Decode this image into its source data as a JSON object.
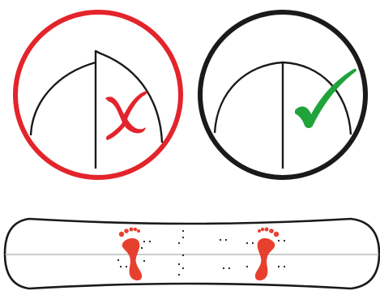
{
  "colors": {
    "wrong": "#e3242b",
    "right": "#1a1a1a",
    "check": "#1fa33a",
    "stroke": "#1a1a1a",
    "foot": "#e8402f",
    "board_fill": "#ffffff"
  },
  "panels": [
    {
      "verdict": "incorrect",
      "ring_color": "wrong",
      "mark_icon": "x-mark-icon"
    },
    {
      "verdict": "correct",
      "ring_color": "right",
      "mark_icon": "check-mark-icon"
    }
  ],
  "board": {
    "icon": "snowboard-icon",
    "stance_icons": [
      "left-footprint-icon",
      "right-footprint-icon"
    ]
  }
}
